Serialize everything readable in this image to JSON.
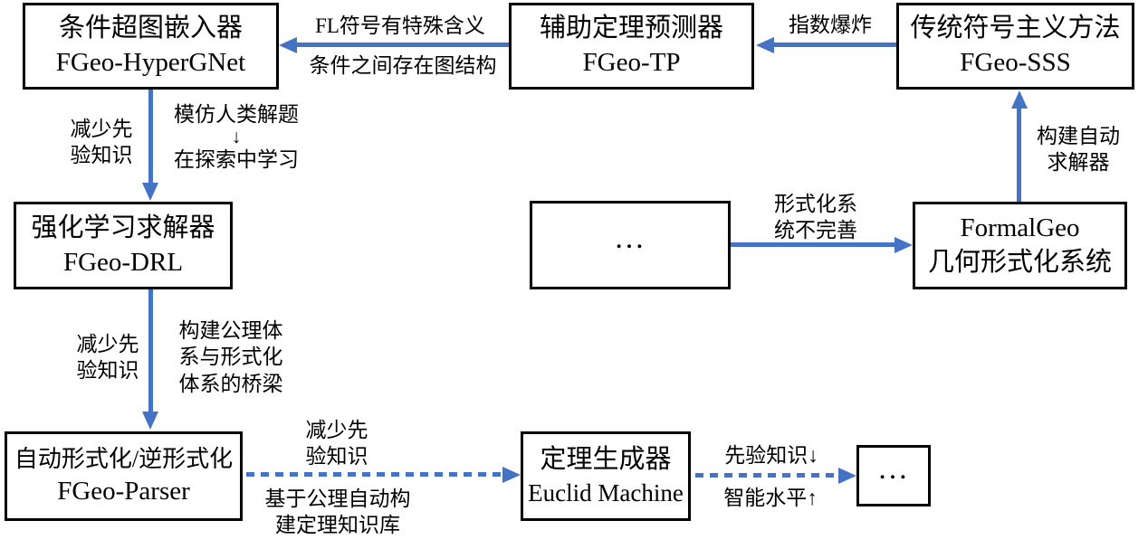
{
  "boxes": {
    "hypergnet": {
      "title": "条件超图嵌入器",
      "subtitle": "FGeo-HyperGNet"
    },
    "tp": {
      "title": "辅助定理预测器",
      "subtitle": "FGeo-TP"
    },
    "sss": {
      "title": "传统符号主义方法",
      "subtitle": "FGeo-SSS"
    },
    "drl": {
      "title": "强化学习求解器",
      "subtitle": "FGeo-DRL"
    },
    "dots_mid": {
      "title": "…"
    },
    "formalgeo": {
      "title": "FormalGeo",
      "subtitle": "几何形式化系统"
    },
    "parser": {
      "title": "自动形式化/逆形式化",
      "subtitle": "FGeo-Parser"
    },
    "euclid": {
      "title": "定理生成器",
      "subtitle": "Euclid Machine"
    },
    "dots_end": {
      "title": "…"
    }
  },
  "edge_labels": {
    "tp_to_hypergnet": {
      "line1": "FL符号有特殊含义",
      "line2": "条件之间存在图结构"
    },
    "sss_to_tp": {
      "line1": "指数爆炸"
    },
    "hypergnet_to_drl_left": {
      "line1": "减少先",
      "line2": "验知识"
    },
    "hypergnet_to_drl_right": {
      "line1": "模仿人类解题",
      "line2": "↓",
      "line3": "在探索中学习"
    },
    "drl_to_parser_left": {
      "line1": "减少先",
      "line2": "验知识"
    },
    "drl_to_parser_right": {
      "line1": "构建公理体",
      "line2": "系与形式化",
      "line3": "体系的桥梁"
    },
    "dots_to_formalgeo": {
      "line1": "形式化系",
      "line2": "统不完善"
    },
    "formalgeo_to_sss": {
      "line1": "构建自动",
      "line2": "求解器"
    },
    "parser_to_euclid_top": {
      "line1": "减少先",
      "line2": "验知识"
    },
    "parser_to_euclid_bottom": {
      "line1": "基于公理自动构",
      "line2": "建定理知识库"
    },
    "euclid_to_dots_top": {
      "line1": "先验知识↓"
    },
    "euclid_to_dots_bottom": {
      "line1": "智能水平↑"
    }
  },
  "colors": {
    "arrow_blue": "#4472C4",
    "box_border": "#000000",
    "text": "#000000",
    "background": "#FFFFFF"
  }
}
